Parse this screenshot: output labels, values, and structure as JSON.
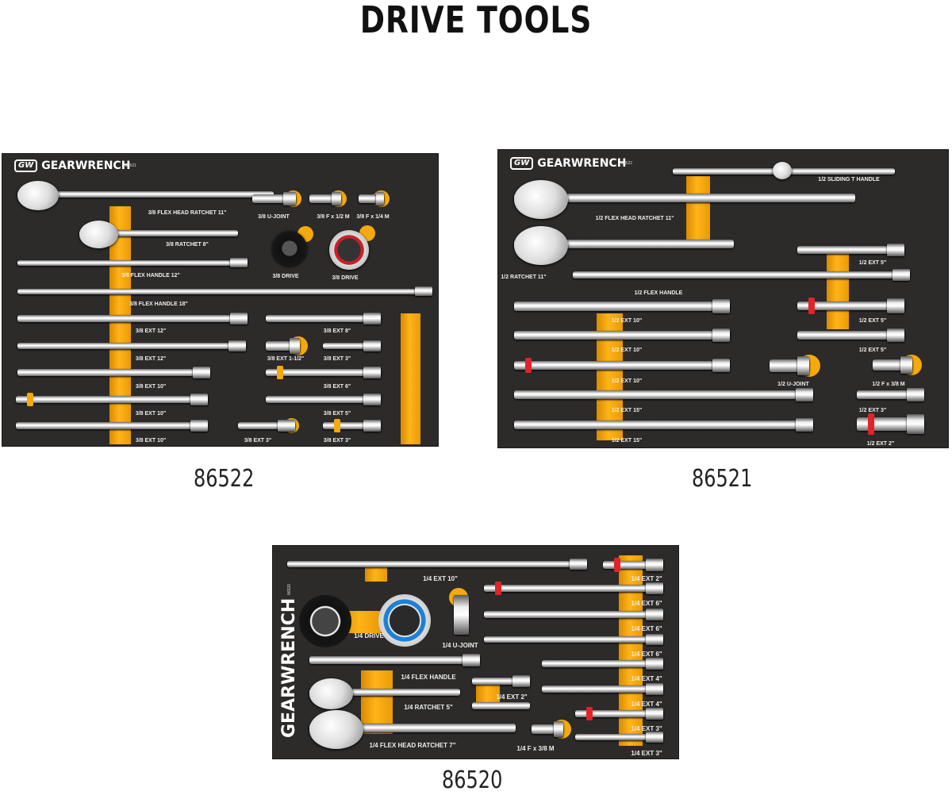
{
  "title": "DRIVE TOOLS",
  "colors": {
    "tray": "#2c2b2a",
    "accent": "#ffb419",
    "red_ring": "#e0242a",
    "blue_ring": "#1f7fd6"
  },
  "brand": {
    "logo_mark": "GW",
    "name": "GEARWRENCH"
  },
  "trays": [
    {
      "model": "86522",
      "code": "86521",
      "tools": [
        "3/8 FLEX HEAD RATCHET 11\"",
        "3/8 RATCHET 8\"",
        "3/8 U-JOINT",
        "3/8 F x 1/2 M",
        "3/8 F x 1/4 M",
        "3/8 DRIVE",
        "3/8 DRIVE",
        "3/8 FLEX HANDLE 12\"",
        "3/8 FLEX HANDLE 18\"",
        "3/8 EXT 12\"",
        "3/8 EXT 12\"",
        "3/8 EXT 10\"",
        "3/8 EXT 10\"",
        "3/8 EXT 10\"",
        "3/8 EXT 8\"",
        "3/8 EXT 1-1/2\"",
        "3/8 EXT 3\"",
        "3/8 EXT 6\"",
        "3/8 EXT 5\"",
        "3/8 EXT 3\"",
        "3/8 EXT 3\""
      ]
    },
    {
      "model": "86521",
      "code": "86522",
      "tools": [
        "1/2 SLIDING T HANDLE",
        "1/2 FLEX HEAD RATCHET 11\"",
        "1/2 RATCHET 11\"",
        "1/2 EXT 5\"",
        "1/2 FLEX HANDLE",
        "1/2 EXT 10\"",
        "1/2 EXT 10\"",
        "1/2 EXT 10\"",
        "1/2 EXT 15\"",
        "1/2 EXT 15\"",
        "1/2 EXT 5\"",
        "1/2 EXT 5\"",
        "1/2 U-JOINT",
        "1/2 F x 3/8 M",
        "1/2 EXT 3\"",
        "1/2 EXT 2\""
      ]
    },
    {
      "model": "86520",
      "code": "86520",
      "tools": [
        "1/4 EXT 10\"",
        "1/4 EXT 2\"",
        "1/4 DRIVE",
        "1/4 U-JOINT",
        "1/4 EXT 6\"",
        "1/4 EXT 6\"",
        "1/4 EXT 6\"",
        "1/4 FLEX HANDLE",
        "1/4 RATCHET 5\"",
        "1/4 EXT 2\"",
        "1/4 FLEX HEAD RATCHET 7\"",
        "1/4 F x 3/8 M",
        "1/4 EXT 4\"",
        "1/4 EXT 4\"",
        "1/4 EXT 3\"",
        "1/4 EXT 3\""
      ]
    }
  ]
}
